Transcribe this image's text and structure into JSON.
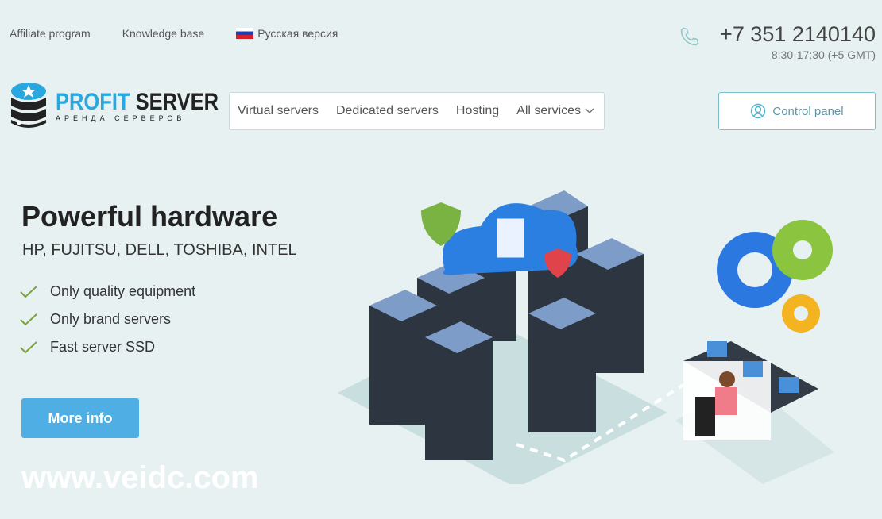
{
  "top_links": {
    "affiliate": "Affiliate program",
    "knowledge": "Knowledge base",
    "russian": "Русская версия"
  },
  "contact": {
    "phone": "+7 351 2140140",
    "hours": "8:30-17:30 (+5 GMT)"
  },
  "logo": {
    "word1": "PROFIT",
    "word2": "SERVER",
    "tagline": "АРЕНДА СЕРВЕРОВ"
  },
  "nav": {
    "items": [
      "Virtual servers",
      "Dedicated servers",
      "Hosting",
      "All services"
    ]
  },
  "control_panel": "Control panel",
  "hero": {
    "title": "Powerful hardware",
    "subtitle": "HP, FUJITSU, DELL, TOSHIBA, INTEL",
    "features": [
      "Only quality equipment",
      "Only brand servers",
      "Fast server SSD"
    ],
    "button": "More info"
  },
  "watermark": "www.veidc.com",
  "colors": {
    "accent": "#4faee3",
    "brand_blue": "#29a8df",
    "check": "#7aa33a",
    "background": "#e7f1f2"
  }
}
